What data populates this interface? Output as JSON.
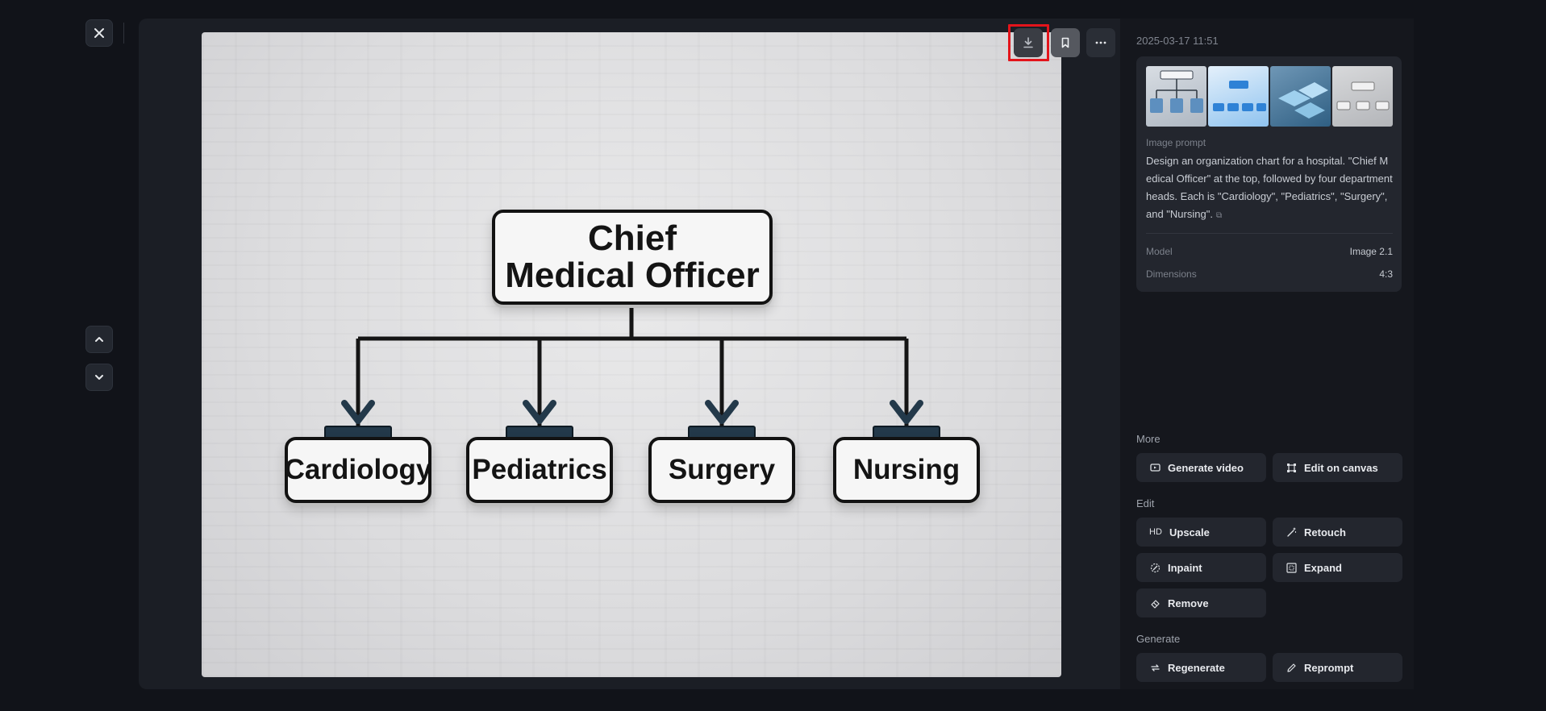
{
  "header": {
    "timestamp": "2025-03-17 11:51"
  },
  "nav": {
    "close_icon": "close-icon",
    "up_icon": "chevron-up-icon",
    "down_icon": "chevron-down-icon"
  },
  "image_toolbar": {
    "download_icon": "download-icon",
    "bookmark_icon": "bookmark-icon",
    "more_icon": "more-icon"
  },
  "org_chart": {
    "top": [
      "Chief",
      "Medical Officer"
    ],
    "departments": [
      "Cardiology",
      "Pediatrics",
      "Surgery",
      "Nursing"
    ]
  },
  "details": {
    "prompt_label": "Image prompt",
    "prompt_text": "Design an organization chart for a hospital. \"Chief Medical Officer\" at the top, followed by four department heads. Each is \"Cardiology\", \"Pediatrics\", \"Surgery\", and \"Nursing\".",
    "model_label": "Model",
    "model_value": "Image 2.1",
    "dimensions_label": "Dimensions",
    "dimensions_value": "4:3"
  },
  "sections": {
    "more": {
      "label": "More",
      "buttons": [
        {
          "label": "Generate video",
          "icon": "video-icon"
        },
        {
          "label": "Edit on canvas",
          "icon": "canvas-icon"
        }
      ]
    },
    "edit": {
      "label": "Edit",
      "buttons": [
        {
          "label": "Upscale",
          "icon": "HD"
        },
        {
          "label": "Retouch",
          "icon": "magic-wand-icon"
        },
        {
          "label": "Inpaint",
          "icon": "inpaint-icon"
        },
        {
          "label": "Expand",
          "icon": "expand-icon"
        },
        {
          "label": "Remove",
          "icon": "eraser-icon"
        }
      ]
    },
    "generate": {
      "label": "Generate",
      "buttons": [
        {
          "label": "Regenerate",
          "icon": "refresh-icon"
        },
        {
          "label": "Reprompt",
          "icon": "pencil-icon"
        }
      ]
    }
  },
  "colors": {
    "highlight": "#e3141b",
    "panel": "#1b1e25",
    "background": "#111319"
  }
}
